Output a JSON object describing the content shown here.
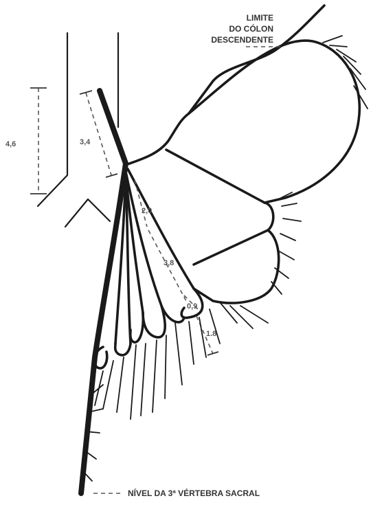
{
  "labels": {
    "colon_limit": [
      "LIMITE",
      "DO CÓLON",
      "DESCENDENTE"
    ],
    "sacral_level": "NÍVEL DA 3ª VÉRTEBRA SACRAL"
  },
  "measurements": {
    "aorta_segment": "4,6",
    "ima_trunk": "3,4",
    "branch_a": "2,0",
    "branch_b": "3,8",
    "branch_c": "0,9",
    "branch_d": "1.8"
  },
  "colors": {
    "ink": "#1a1a1a",
    "label": "#333333"
  }
}
